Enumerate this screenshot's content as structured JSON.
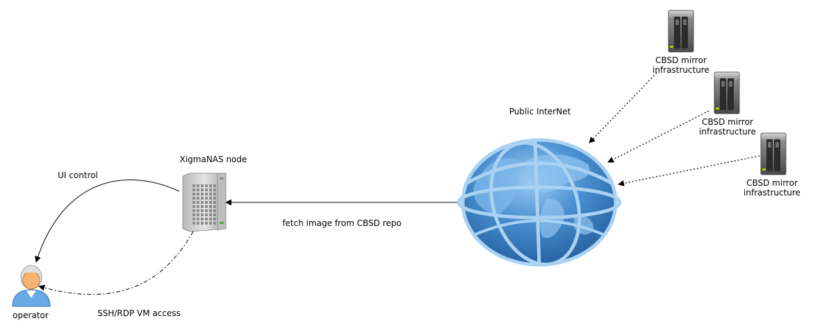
{
  "labels": {
    "ui_control": "UI control",
    "xigmanas_node": "XigmaNAS node",
    "operator": "operator",
    "ssh_rdp": "SSH/RDP VM access",
    "fetch_image": "fetch image from CBSD repo",
    "public_internet": "Public InterNet"
  },
  "mirrors": [
    {
      "line1": "CBSD mirror",
      "line2": "infrastructure"
    },
    {
      "line1": "CBSD mirror",
      "line2": "infrastructure"
    },
    {
      "line1": "CBSD mirror",
      "line2": "infrastructure"
    }
  ],
  "icons": {
    "operator": "user-icon",
    "node": "server-tower-icon",
    "internet": "globe-icon",
    "mirror": "nas-storage-icon"
  },
  "colors": {
    "globe_dark": "#2e6fb0",
    "globe_light": "#a9d2f3",
    "person_skin": "#f6b470",
    "person_shirt": "#6aa8e6",
    "storage_body": "#5a5a5a",
    "led_green": "#a8d000"
  }
}
